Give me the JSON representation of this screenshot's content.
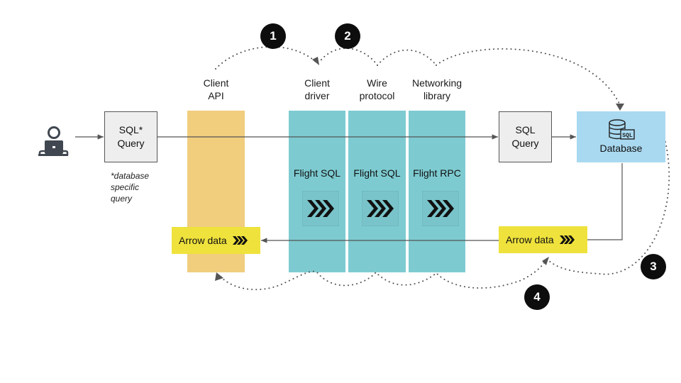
{
  "user": {
    "icon": "user-laptop-icon"
  },
  "sql_query_left": {
    "label_line1": "SQL*",
    "label_line2": "Query"
  },
  "footnote": {
    "line1": "*database",
    "line2": "specific",
    "line3": "query"
  },
  "headers": {
    "client_api": {
      "line1": "Client",
      "line2": "API"
    },
    "client_driver": {
      "line1": "Client",
      "line2": "driver"
    },
    "wire_protocol": {
      "line1": "Wire",
      "line2": "protocol"
    },
    "networking_library": {
      "line1": "Networking",
      "line2": "library"
    }
  },
  "columns": [
    {
      "title": "Flight SQL"
    },
    {
      "title": "Flight SQL"
    },
    {
      "title": "Flight RPC"
    }
  ],
  "sql_query_right": {
    "label_line1": "SQL",
    "label_line2": "Query"
  },
  "database": {
    "label": "Database",
    "icon": "database-sql-icon",
    "icon_text": "SQL"
  },
  "arrow_data_left": {
    "label": "Arrow data"
  },
  "arrow_data_right": {
    "label": "Arrow data"
  },
  "steps": [
    "1",
    "2",
    "3",
    "4"
  ],
  "colors": {
    "client_api": "#f1cd7e",
    "flight": "#7dcbd1",
    "database": "#a9d9f1",
    "arrow_data": "#efe23c",
    "query_box": "#eeeeee",
    "badge": "#0d0d0d"
  }
}
